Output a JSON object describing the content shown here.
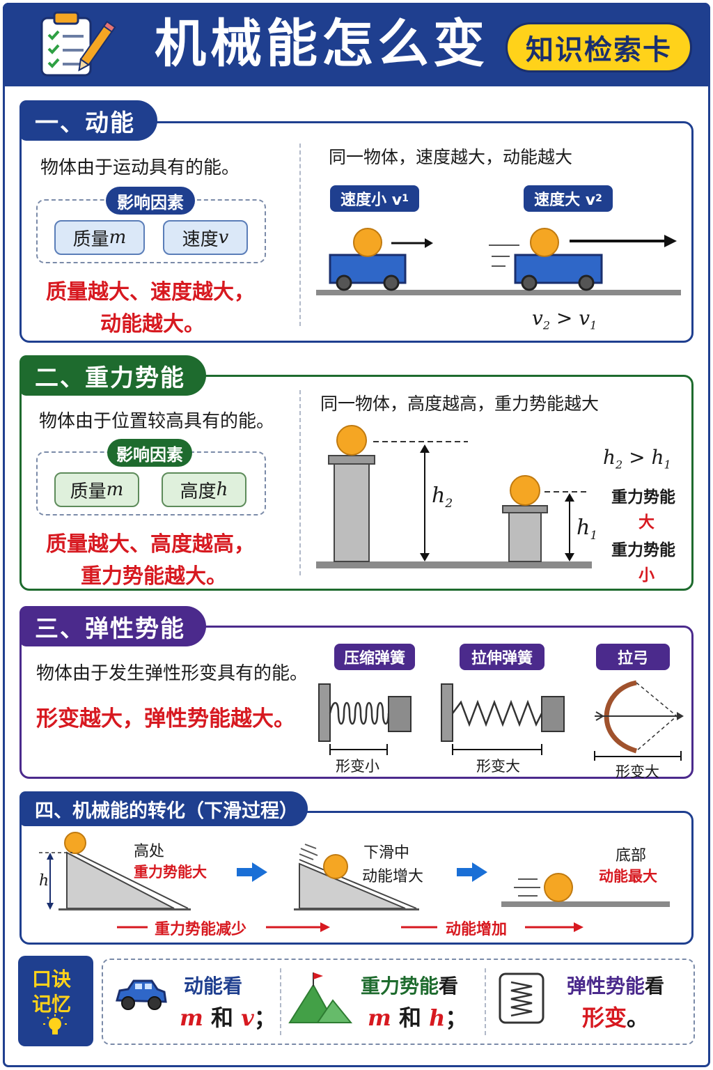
{
  "header": {
    "title": "机械能怎么变",
    "badge": "知识检索卡"
  },
  "colors": {
    "navy": "#1f3f8f",
    "green": "#1e6b2e",
    "purple": "#4b2a8c",
    "red": "#d71920",
    "ball": "#f5a623",
    "cart": "#2f67c8",
    "yellow": "#ffd21a"
  },
  "section1": {
    "title": "一、动能",
    "definition": "物体由于运动具有的能。",
    "factors_label": "影响因素",
    "factor1": "质量 ",
    "factor1_var": "m",
    "factor2": "速度 ",
    "factor2_var": "v",
    "conclusion_line1": "质量越大、速度越大，",
    "conclusion_line2": "动能越大。",
    "right_caption": "同一物体，速度越大，动能越大",
    "tag_small": "速度小 v",
    "tag_small_sub": "1",
    "tag_large": "速度大 v",
    "tag_large_sub": "2",
    "compare_v2": "v",
    "compare_v2_sub": "2",
    "compare_gt": " > ",
    "compare_v1": "v",
    "compare_v1_sub": "1"
  },
  "section2": {
    "title": "二、重力势能",
    "definition": "物体由于位置较高具有的能。",
    "factors_label": "影响因素",
    "factor1": "质量 ",
    "factor1_var": "m",
    "factor2": "高度 ",
    "factor2_var": "h",
    "conclusion_line1": "质量越大、高度越高，",
    "conclusion_line2": "重力势能越大。",
    "right_caption": "同一物体，高度越高，重力势能越大",
    "h2_label": "h",
    "h2_sub": "2",
    "h1_label": "h",
    "h1_sub": "1",
    "compare_h2": "h",
    "compare_h2_sub": "2",
    "compare_gt": " > ",
    "compare_h1": "h",
    "compare_h1_sub": "1",
    "pe_label_1": "重力势能",
    "pe_big": "大",
    "pe_label_2": "重力势能",
    "pe_small": "小"
  },
  "section3": {
    "title": "三、弹性势能",
    "definition": "物体由于发生弹性形变具有的能。",
    "conclusion": "形变越大，弹性势能越大。",
    "tag_compress": "压缩弹簧",
    "tag_stretch": "拉伸弹簧",
    "tag_bow": "拉弓",
    "caption_compress": "形变小",
    "caption_stretch": "形变大",
    "caption_bow": "形变大"
  },
  "section4": {
    "title": "四、机械能的转化（下滑过程）",
    "h_label": "h",
    "stage1_title": "高处",
    "stage1_red": "重力势能大",
    "stage2_title": "下滑中",
    "stage2_sub": "动能增大",
    "stage3_title": "底部",
    "stage3_red": "动能最大",
    "arrow1_label": "重力势能减少",
    "arrow2_label": "动能增加"
  },
  "mnemonic": {
    "badge_line1": "口诀",
    "badge_line2": "记忆",
    "item1_title": "动能看",
    "item1_m": "m",
    "item1_and": " 和 ",
    "item1_v": "v",
    "item1_end": "；",
    "item2_title_green": "重力势能",
    "item2_title_tail": "看",
    "item2_m": "m",
    "item2_and": " 和 ",
    "item2_h": "h",
    "item2_end": "；",
    "item3_title_purple": "弹性势能",
    "item3_title_tail": "看",
    "item3_red": "形变",
    "item3_end": "。"
  }
}
